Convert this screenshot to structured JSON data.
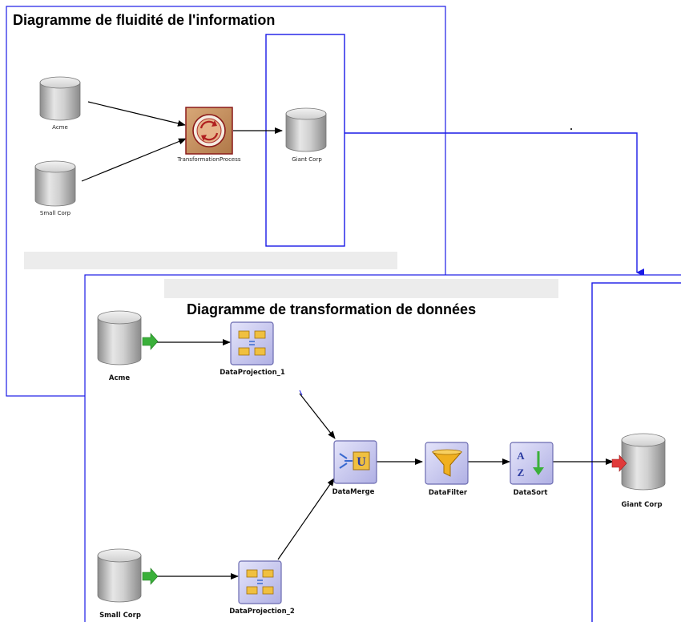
{
  "diagram1": {
    "title": "Diagramme de fluidité de l'information",
    "nodes": {
      "acme": "Acme",
      "small_corp": "Small Corp",
      "process": "TransformationProcess",
      "giant_corp": "Giant Corp"
    }
  },
  "diagram2": {
    "title": "Diagramme de transformation de données",
    "nodes": {
      "acme": "Acme",
      "small_corp": "Small Corp",
      "projection_1": "DataProjection_1",
      "projection_2": "DataProjection_2",
      "merge": "DataMerge",
      "filter": "DataFilter",
      "sort": "DataSort",
      "giant_corp": "Giant Corp"
    }
  },
  "colors": {
    "frame": "#1a1ae6",
    "process_fill": "#c8956a",
    "process_border": "#8b1a1a",
    "transform_fill": "#c8c8f0",
    "transform_border": "#6a6ab0",
    "input_arrow": "#3ab03a",
    "output_arrow": "#e03a3a"
  }
}
